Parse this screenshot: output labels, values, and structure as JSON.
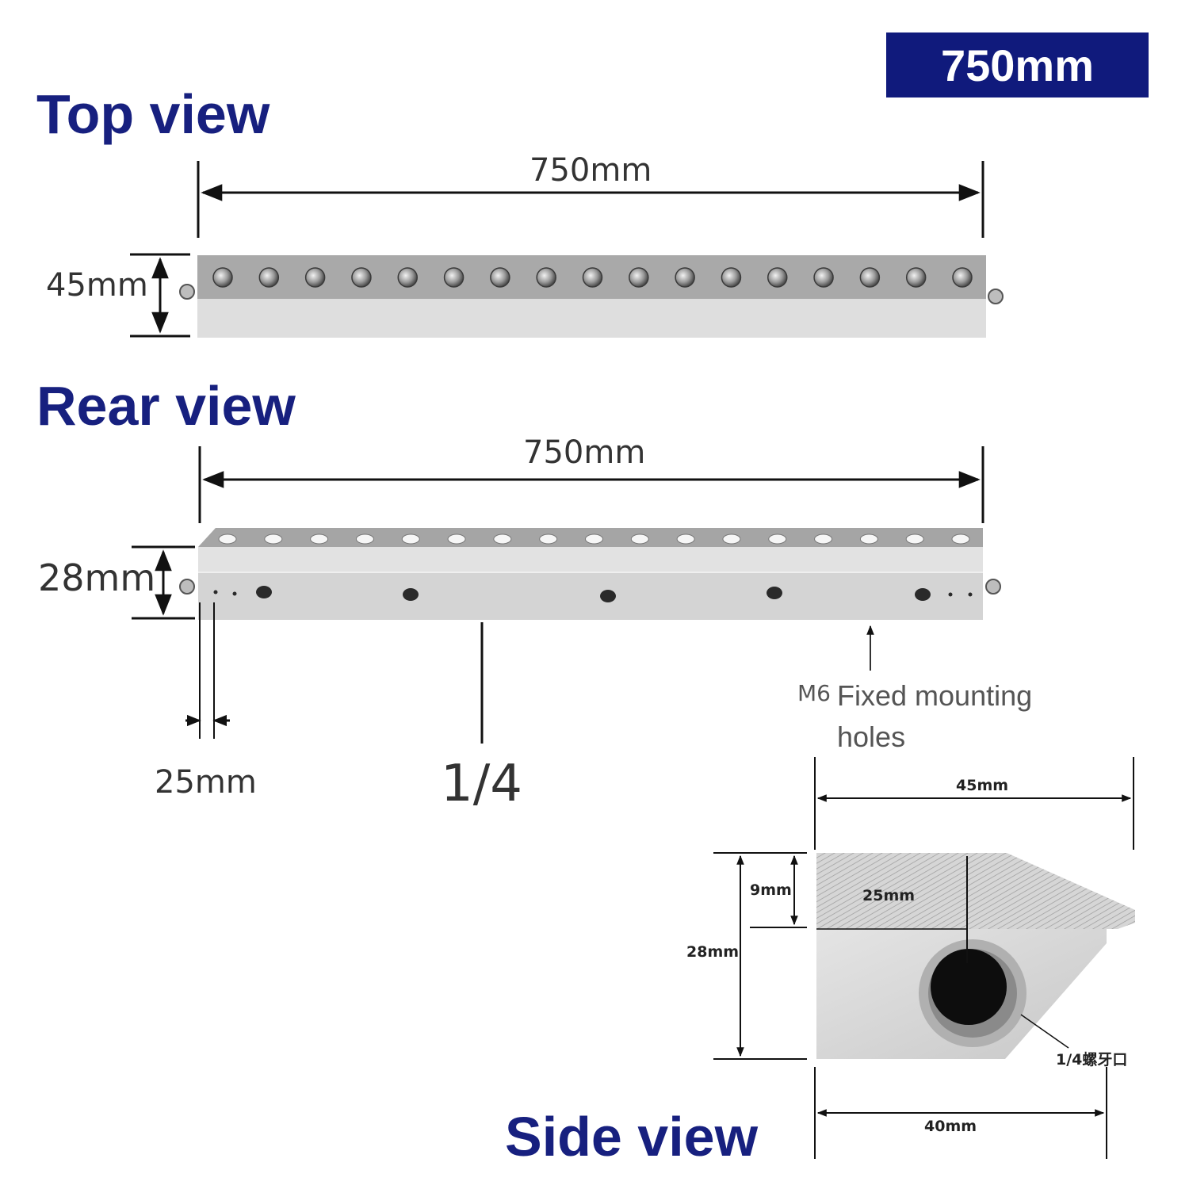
{
  "badge": {
    "label": "750mm",
    "color": "#101a7c"
  },
  "views": {
    "top": {
      "title": "Top view",
      "length_label": "750mm",
      "width_label": "45mm",
      "hole_count": 17
    },
    "rear": {
      "title": "Rear view",
      "length_label": "750mm",
      "height_label": "28mm",
      "spacing_label": "25mm",
      "thread_label": "1/4",
      "mount_code": "M6",
      "mount_note_line1": "Fixed mounting",
      "mount_note_line2": "holes"
    },
    "side": {
      "title": "Side view",
      "width_label": "45mm",
      "top_thickness_label": "9mm",
      "total_height_label": "28mm",
      "center_label": "25mm",
      "base_label": "40mm",
      "thread_label": "1/4螺牙口"
    }
  },
  "colors": {
    "heading": "#17207f",
    "metal": "#d9d9d9",
    "metal_dark": "#a8a8a8"
  }
}
